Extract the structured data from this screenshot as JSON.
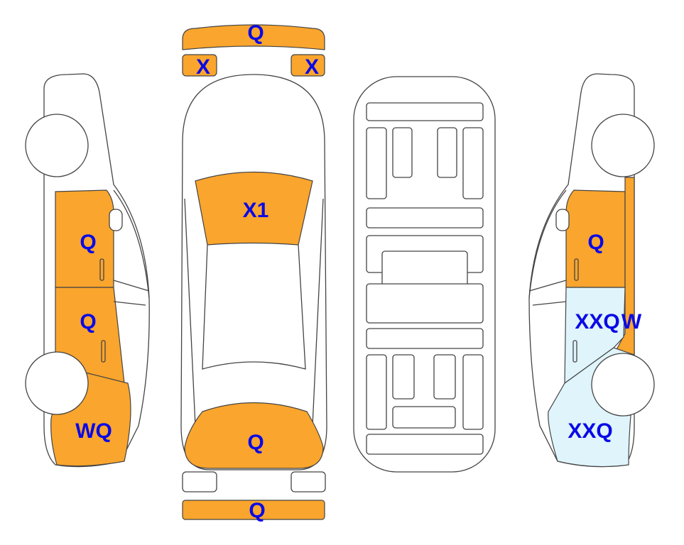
{
  "colors": {
    "damaged": "#FAA52D",
    "secondary": "#DFF4FB",
    "label": "#0A0AE6"
  },
  "left_side": {
    "front_door": "Q",
    "rear_door": "Q",
    "rear_quarter": "WQ"
  },
  "top_view": {
    "front_bumper": "Q",
    "front_left_corner": "X",
    "front_right_corner": "X",
    "windshield_area": "X1",
    "rear_area": "Q",
    "rear_bumper": "Q"
  },
  "right_side": {
    "front_door": "Q",
    "rear_door": "XXQ",
    "pillar": "W",
    "rear_quarter": "XXQ"
  }
}
